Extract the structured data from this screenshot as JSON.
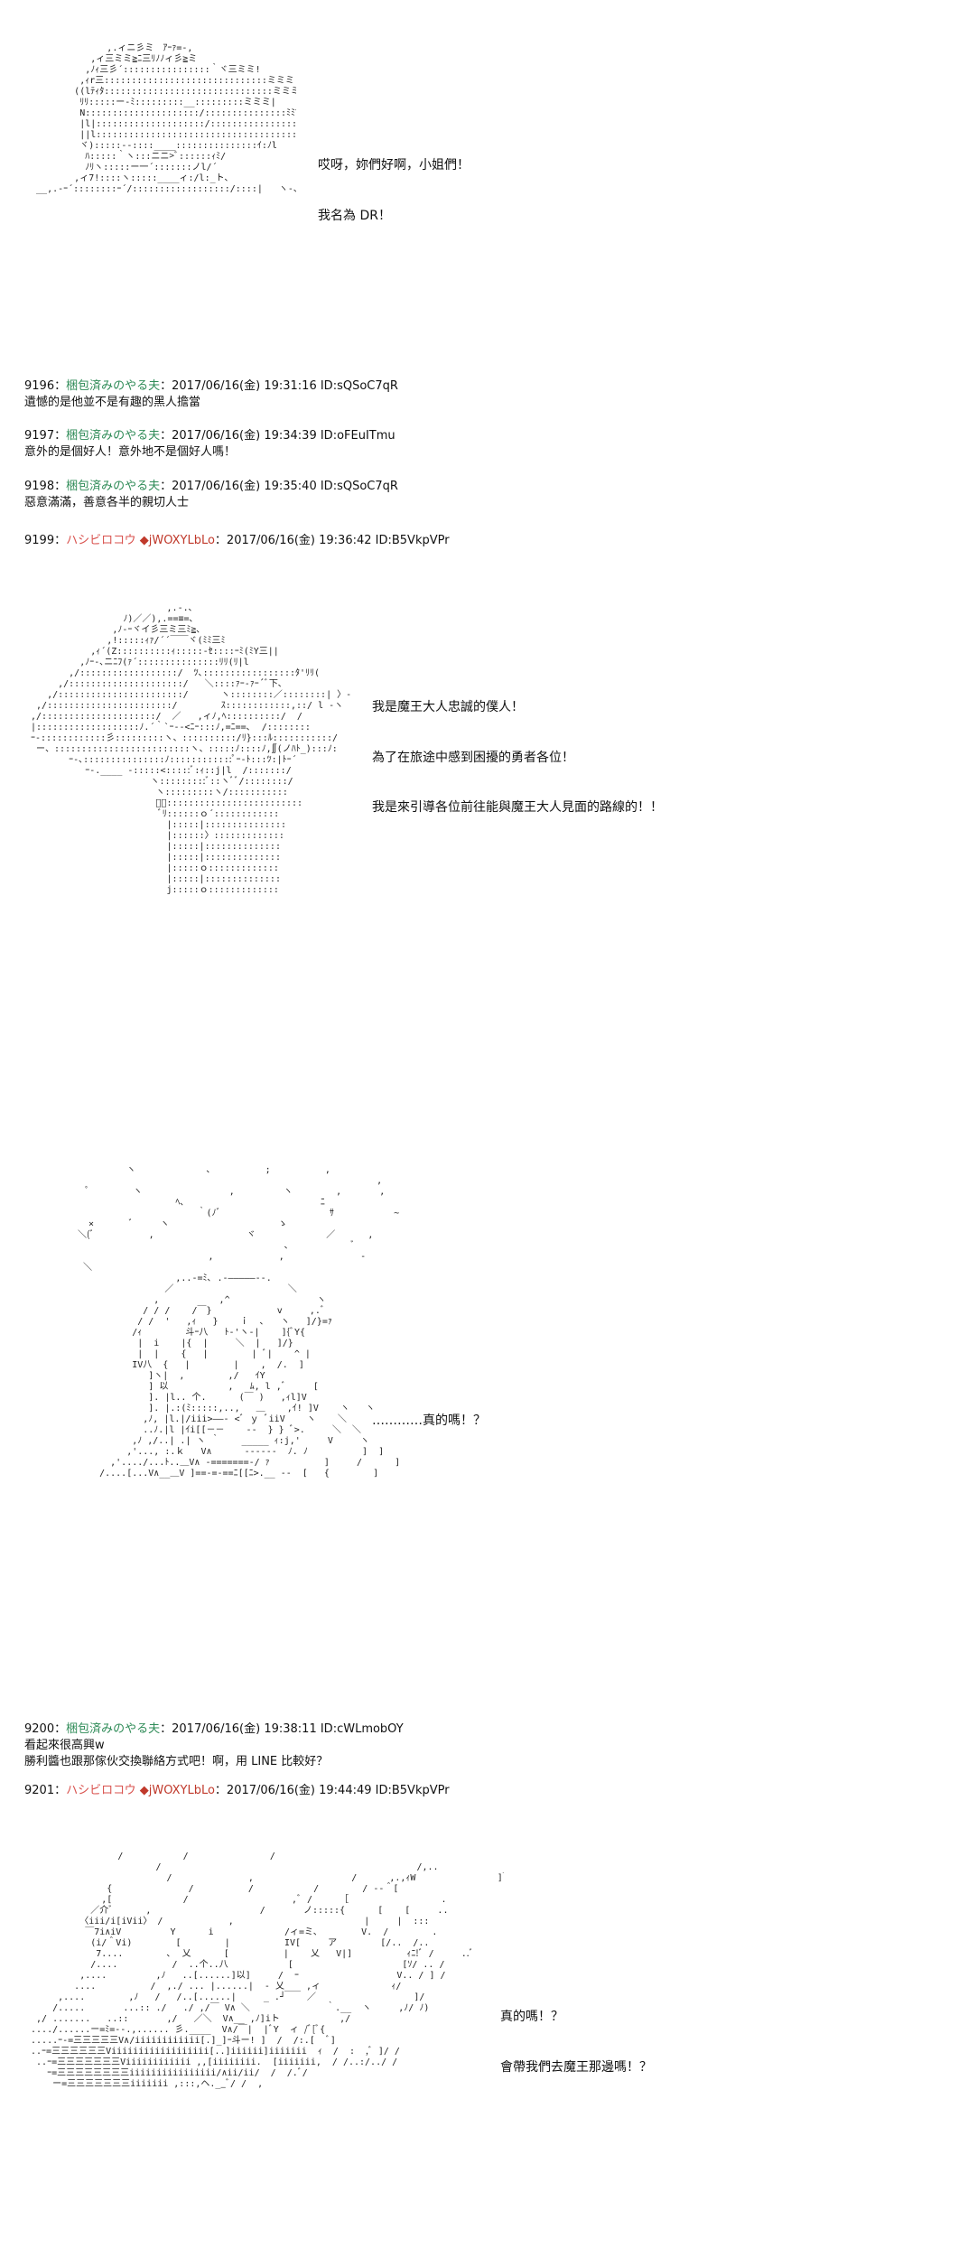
{
  "panel1": {
    "lines": [
      "哎呀，妳們好啊，小姐們！",
      "我名為 DR！"
    ]
  },
  "posts_a": [
    {
      "num": "9196",
      "sep": "：",
      "name": "梱包済みのやる夫",
      "date": "：2017/06/16(金) 19:31:16 ID:sQSoC7qR",
      "body": "遺憾的是他並不是有趣的黑人擔當"
    },
    {
      "num": "9197",
      "sep": "：",
      "name": "梱包済みのやる夫",
      "date": "：2017/06/16(金) 19:34:39 ID:oFEuITmu",
      "body": "意外的是個好人！意外地不是個好人嗎！"
    },
    {
      "num": "9198",
      "sep": "：",
      "name": "梱包済みのやる夫",
      "date": "：2017/06/16(金) 19:35:40 ID:sQSoC7qR",
      "body": "惡意滿滿，善意各半的親切人士"
    },
    {
      "num": "9199",
      "sep": "：",
      "name": "ハシビロコウ",
      "trip": "◆jWOXYLbLo",
      "date": "：2017/06/16(金) 19:36:42 ID:B5VkpVPr",
      "body": ""
    }
  ],
  "panel2": {
    "lines": [
      "我是魔王大人忠誠的僕人！",
      "為了在旅途中感到困擾的勇者各位！",
      "我是來引導各位前往能與魔王大人見面的路線的！！"
    ]
  },
  "panel3": {
    "lines": [
      "…………真的嗎！？"
    ]
  },
  "posts_b": [
    {
      "num": "9200",
      "sep": "：",
      "name": "梱包済みのやる夫",
      "date": "：2017/06/16(金) 19:38:11 ID:cWLmobOY",
      "body": "看起來很高興w",
      "body2": "勝利醬也跟那傢伙交換聯絡方式吧！啊，用 LINE 比較好？"
    },
    {
      "num": "9201",
      "sep": "：",
      "name": "ハシビロコウ",
      "trip": "◆jWOXYLbLo",
      "date": "：2017/06/16(金) 19:44:49 ID:B5VkpVPr",
      "body": ""
    }
  ],
  "panel4": {
    "lines": [
      "真的嗎！？",
      "會帶我們去魔王那邊嗎！？"
    ]
  }
}
